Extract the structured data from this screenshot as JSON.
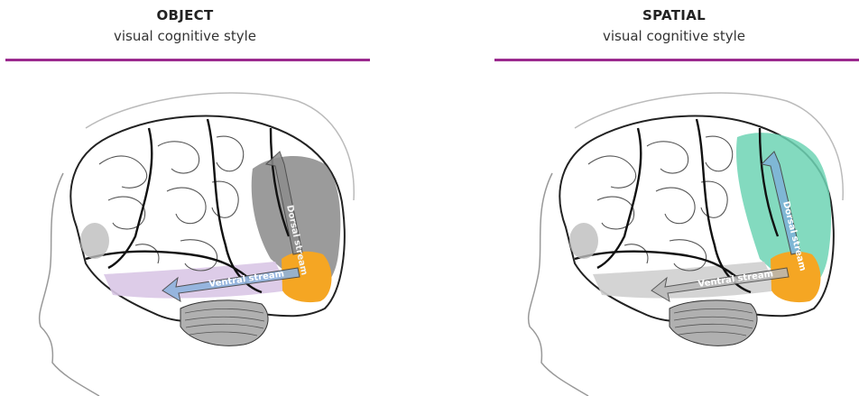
{
  "panels": [
    {
      "title": "OBJECT",
      "subtitle": "visual cognitive style",
      "ventral_label": "Ventral stream",
      "dorsal_label": "Dorsal stream",
      "ventral_color": "#8fb3dd",
      "dorsal_color": "#8c8c8c",
      "ventral_region_color": "#d9c7e6",
      "dorsal_region_color": "#8a8a8a"
    },
    {
      "title": "SPATIAL",
      "subtitle": "visual cognitive style",
      "ventral_label": "Ventral stream",
      "dorsal_label": "Dorsal stream",
      "ventral_color": "#b8b8b8",
      "dorsal_color": "#7fb4d8",
      "ventral_region_color": "#cfcfcf",
      "dorsal_region_color": "#6dd3b4"
    }
  ],
  "colors": {
    "accent_rule": "#9b2a8e",
    "occipital": "#f5a623",
    "outline": "#111111"
  }
}
